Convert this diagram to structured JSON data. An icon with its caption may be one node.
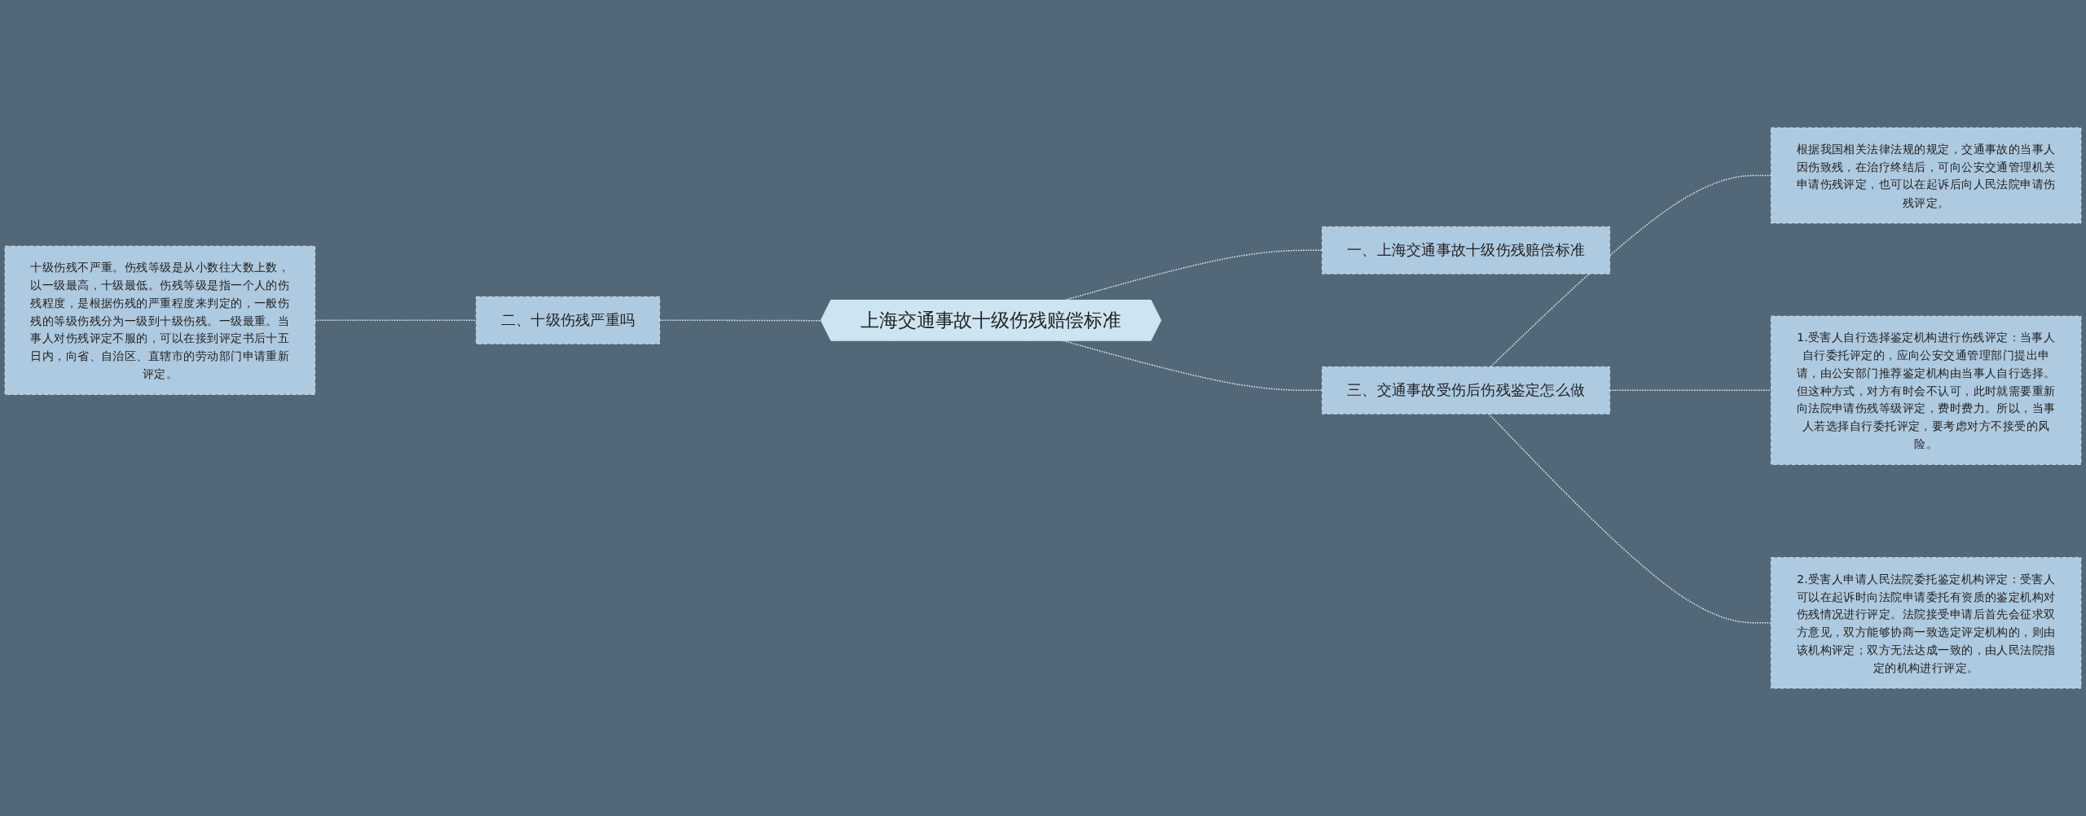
{
  "diagram": {
    "nodes": [
      {
        "text": [
          "上海交通事故十级伤残赔偿标准"
        ]
      },
      {
        "text": [
          "一、上海交通事故十级伤残赔偿标准"
        ]
      },
      {
        "text": [
          "二、十级伤残严重吗"
        ]
      },
      {
        "text": [
          "十级伤残不严重。伤残等级是从小数往大数上数，以一级最高，十级最低。伤残等级是指一个人的伤残程度，是根据伤残的严重程度来判定的，一般伤残的等级伤残分为一级到十级伤残。一级最重。当事人对伤残评定不服的，可以在接到评定书后十五日内，向省、自治区、直辖市的劳动部门申请重新评定。"
        ]
      },
      {
        "text": [
          "三、交通事故受伤后伤残鉴定怎么做"
        ]
      },
      {
        "text": [
          "根据我国相关法律法规的规定，交通事故的当事人因伤致残，在治疗终结后，可向公安交通管理机关申请伤残评定，也可以在起诉后向人民法院申请伤残评定。"
        ]
      },
      {
        "text": [
          "1.受害人自行选择鉴定机构进行伤残评定：当事人自行委托评定的，应向公安交通管理部门提出申请，由公安部门推荐鉴定机构由当事人自行选择。但这种方式，对方有时会不认可，此时就需要重新向法院申请伤残等级评定，费时费力。所以，当事人若选择自行委托评定，要考虑对方不接受的风险。"
        ]
      },
      {
        "text": [
          "2.受害人申请人民法院委托鉴定机构评定：受害人可以在起诉时向法院申请委托有资质的鉴定机构对伤残情况进行评定。法院接受申请后首先会征求双方意见，双方能够协商一致选定评定机构的，则由该机构评定；双方无法达成一致的，由人民法院指定的机构进行评定。"
        ]
      }
    ],
    "edges": [
      {
        "from": 0,
        "to": 1,
        "arrow": "none",
        "style": "dashed"
      },
      {
        "from": 0,
        "to": 2,
        "arrow": "none",
        "style": "dashed"
      },
      {
        "from": 2,
        "to": 3,
        "arrow": "none",
        "style": "dashed"
      },
      {
        "from": 0,
        "to": 4,
        "arrow": "none",
        "style": "dashed"
      },
      {
        "from": 4,
        "to": 5,
        "arrow": "none",
        "style": "dashed"
      },
      {
        "from": 4,
        "to": 6,
        "arrow": "none",
        "style": "dashed"
      },
      {
        "from": 4,
        "to": 7,
        "arrow": "none",
        "style": "dashed"
      }
    ]
  }
}
